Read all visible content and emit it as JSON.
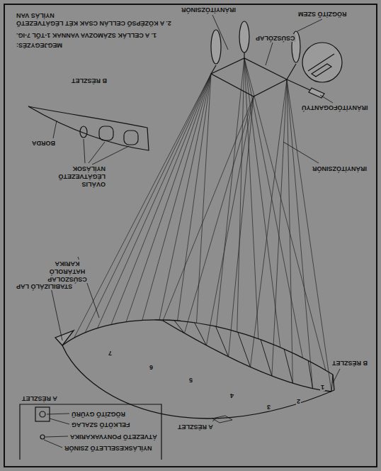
{
  "diagram": {
    "labels": [
      "MEGJEGYZÉS:",
      "1. A CELLÁK SZÁMOZVA VANNAK 1-TŐL 7-IG.",
      "2. A KÖZÉPSŐ CELLÁN CSAK KÉT LÉGÁTVEZETŐ NYÍLÁS VAN",
      "IRÁNYÍTÓZSINÓR",
      "RÖGZÍTŐ SZEM",
      "CSÚSZÓLAP",
      "IRÁNYÍTÓFOGANTYÚ",
      "IRÁNYÍTÓZSINÓR",
      "B RÉSZLET",
      "BORDA",
      "OVÁLIS LÉGÁTVEZETŐ NYÍLÁSOK",
      "CSÚSZÓLAP HATÁROLÓ KARIKA",
      "STABILIZÁLÓ LAP",
      "B RÉSZLET",
      "A RÉSZLET",
      "RÖGZÍTŐ GYŰRŰ",
      "FELKÖTŐ SZALAG",
      "ÁTVEZETŐ PONYVAKARIKA",
      "NYÍLÁSKESELLETŐ ZSINÓR",
      "A RÉSZLET",
      "1",
      "2",
      "3",
      "4",
      "5",
      "6",
      "7"
    ]
  }
}
